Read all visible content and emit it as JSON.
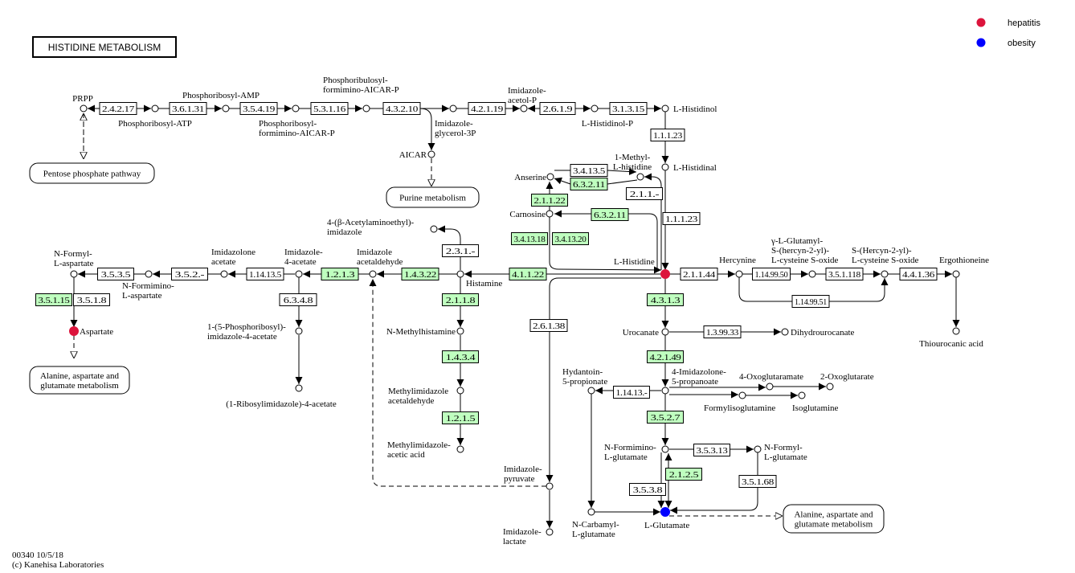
{
  "title": "HISTIDINE METABOLISM",
  "legend": [
    {
      "label": "hepatitis",
      "color": "#dc143c"
    },
    {
      "label": "obesity",
      "color": "#0000ff"
    }
  ],
  "highlight_color": "#bfffbf",
  "enzymes": [
    {
      "id": "e2_4_2_17",
      "label": "2.4.2.17",
      "highlighted": false
    },
    {
      "id": "e3_6_1_31",
      "label": "3.6.1.31",
      "highlighted": false
    },
    {
      "id": "e3_5_4_19",
      "label": "3.5.4.19",
      "highlighted": false
    },
    {
      "id": "e5_3_1_16",
      "label": "5.3.1.16",
      "highlighted": false
    },
    {
      "id": "e4_3_2_10",
      "label": "4.3.2.10",
      "highlighted": false
    },
    {
      "id": "e4_2_1_19",
      "label": "4.2.1.19",
      "highlighted": false
    },
    {
      "id": "e2_6_1_9",
      "label": "2.6.1.9",
      "highlighted": false
    },
    {
      "id": "e3_1_3_15",
      "label": "3.1.3.15",
      "highlighted": false
    },
    {
      "id": "e1_1_1_23a",
      "label": "1.1.1.23",
      "highlighted": false
    },
    {
      "id": "e3_4_13_5",
      "label": "3.4.13.5",
      "highlighted": false
    },
    {
      "id": "e6_3_2_11a",
      "label": "6.3.2.11",
      "highlighted": true
    },
    {
      "id": "e2_1_1_x",
      "label": "2.1.1.-",
      "highlighted": false
    },
    {
      "id": "e2_1_1_22",
      "label": "2.1.1.22",
      "highlighted": true
    },
    {
      "id": "e6_3_2_11b",
      "label": "6.3.2.11",
      "highlighted": true
    },
    {
      "id": "e1_1_1_23b",
      "label": "1.1.1.23",
      "highlighted": false
    },
    {
      "id": "e3_4_13_18",
      "label": "3.4.13.18",
      "highlighted": true
    },
    {
      "id": "e3_4_13_20",
      "label": "3.4.13.20",
      "highlighted": true
    },
    {
      "id": "e2_3_1_x",
      "label": "2.3.1.-",
      "highlighted": false
    },
    {
      "id": "e4_1_1_22",
      "label": "4.1.1.22",
      "highlighted": true
    },
    {
      "id": "e1_4_3_22",
      "label": "1.4.3.22",
      "highlighted": true
    },
    {
      "id": "e1_2_1_3",
      "label": "1.2.1.3",
      "highlighted": true
    },
    {
      "id": "e1_14_13_5",
      "label": "1.14.13.5",
      "highlighted": false
    },
    {
      "id": "e3_5_2_x",
      "label": "3.5.2.-",
      "highlighted": false
    },
    {
      "id": "e3_5_3_5",
      "label": "3.5.3.5",
      "highlighted": false
    },
    {
      "id": "e3_5_1_15",
      "label": "3.5.1.15",
      "highlighted": true
    },
    {
      "id": "e3_5_1_8",
      "label": "3.5.1.8",
      "highlighted": false
    },
    {
      "id": "e6_3_4_8",
      "label": "6.3.4.8",
      "highlighted": false
    },
    {
      "id": "e2_1_1_8",
      "label": "2.1.1.8",
      "highlighted": true
    },
    {
      "id": "e2_6_1_38",
      "label": "2.6.1.38",
      "highlighted": false
    },
    {
      "id": "e1_4_3_4",
      "label": "1.4.3.4",
      "highlighted": true
    },
    {
      "id": "e1_2_1_5",
      "label": "1.2.1.5",
      "highlighted": true
    },
    {
      "id": "e2_1_1_44",
      "label": "2.1.1.44",
      "highlighted": false
    },
    {
      "id": "e1_14_99_50",
      "label": "1.14.99.50",
      "highlighted": false
    },
    {
      "id": "e3_5_1_118",
      "label": "3.5.1.118",
      "highlighted": false
    },
    {
      "id": "e4_4_1_36",
      "label": "4.4.1.36",
      "highlighted": false
    },
    {
      "id": "e1_14_99_51",
      "label": "1.14.99.51",
      "highlighted": false
    },
    {
      "id": "e4_3_1_3",
      "label": "4.3.1.3",
      "highlighted": true
    },
    {
      "id": "e1_3_99_33",
      "label": "1.3.99.33",
      "highlighted": false
    },
    {
      "id": "e4_2_1_49",
      "label": "4.2.1.49",
      "highlighted": true
    },
    {
      "id": "e1_14_13_x",
      "label": "1.14.13.-",
      "highlighted": false
    },
    {
      "id": "e3_5_2_7",
      "label": "3.5.2.7",
      "highlighted": true
    },
    {
      "id": "e3_5_3_13",
      "label": "3.5.3.13",
      "highlighted": false
    },
    {
      "id": "e2_1_2_5",
      "label": "2.1.2.5",
      "highlighted": true
    },
    {
      "id": "e3_5_3_8",
      "label": "3.5.3.8",
      "highlighted": false
    },
    {
      "id": "e3_5_1_68",
      "label": "3.5.1.68",
      "highlighted": false
    }
  ],
  "compounds": [
    {
      "id": "prpp",
      "label": [
        "PRPP"
      ],
      "marker": null
    },
    {
      "id": "pr_atp",
      "label": [
        "Phosphoribosyl-ATP"
      ],
      "marker": null
    },
    {
      "id": "pr_amp",
      "label": [
        "Phosphoribosyl-AMP"
      ],
      "marker": null
    },
    {
      "id": "pr_faicar",
      "label": [
        "Phosphoribosyl-",
        "formimino-AICAR-P"
      ],
      "marker": null
    },
    {
      "id": "prfar",
      "label": [
        "Phosphoribulosyl-",
        "formimino-AICAR-P"
      ],
      "marker": null
    },
    {
      "id": "igp",
      "label": [
        "Imidazole-",
        "glycerol-3P"
      ],
      "marker": null
    },
    {
      "id": "aicar",
      "label": [
        "AICAR"
      ],
      "marker": null
    },
    {
      "id": "acetol_p",
      "label": [
        "Imidazole-",
        "acetol-P"
      ],
      "marker": null
    },
    {
      "id": "histidinol_p",
      "label": [
        "L-Histidinol-P"
      ],
      "marker": null
    },
    {
      "id": "histidinol",
      "label": [
        "L-Histidinol"
      ],
      "marker": null
    },
    {
      "id": "histidinal",
      "label": [
        "L-Histidinal"
      ],
      "marker": null
    },
    {
      "id": "methylhis",
      "label": [
        "1-Methyl-",
        "L-histidine"
      ],
      "marker": null
    },
    {
      "id": "anserine",
      "label": [
        "Anserine"
      ],
      "marker": null
    },
    {
      "id": "carnosine",
      "label": [
        "Carnosine"
      ],
      "marker": null
    },
    {
      "id": "acetylaminoethyl",
      "label": [
        "4-(β-Acetylaminoethyl)-",
        "imidazole"
      ],
      "marker": null
    },
    {
      "id": "histidine",
      "label": [
        "L-Histidine"
      ],
      "marker": "hepatitis"
    },
    {
      "id": "histamine",
      "label": [
        "Histamine"
      ],
      "marker": null
    },
    {
      "id": "imid_acetaldehyde",
      "label": [
        "Imidazole",
        "acetaldehyde"
      ],
      "marker": null
    },
    {
      "id": "imid4acetate",
      "label": [
        "Imidazole-",
        "4-acetate"
      ],
      "marker": null
    },
    {
      "id": "imidazolone_acetate",
      "label": [
        "Imidazolone",
        "acetate"
      ],
      "marker": null
    },
    {
      "id": "nformimino_asp",
      "label": [
        "N-Formimino-",
        "L-aspartate"
      ],
      "marker": null
    },
    {
      "id": "nformyl_asp",
      "label": [
        "N-Formyl-",
        "L-aspartate"
      ],
      "marker": null
    },
    {
      "id": "aspartate",
      "label": [
        "Aspartate"
      ],
      "marker": "hepatitis"
    },
    {
      "id": "pr_imid_acetate",
      "label": [
        "1-(5-Phosphoribosyl)-",
        "imidazole-4-acetate"
      ],
      "marker": null
    },
    {
      "id": "ribosyl_imid_acetate",
      "label": [
        "(1-Ribosylimidazole)-4-acetate"
      ],
      "marker": null
    },
    {
      "id": "nmethylhistamine",
      "label": [
        "N-Methylhistamine"
      ],
      "marker": null
    },
    {
      "id": "methylimid_acetaldehyde",
      "label": [
        "Methylimidazole",
        "acetaldehyde"
      ],
      "marker": null
    },
    {
      "id": "methylimid_acetic",
      "label": [
        "Methylimidazole-",
        "acetic acid"
      ],
      "marker": null
    },
    {
      "id": "imid_pyruvate",
      "label": [
        "Imidazole-",
        "pyruvate"
      ],
      "marker": null
    },
    {
      "id": "imid_lactate",
      "label": [
        "Imidazole-",
        "lactate"
      ],
      "marker": null
    },
    {
      "id": "hercynine",
      "label": [
        "Hercynine"
      ],
      "marker": null
    },
    {
      "id": "gg_hercyn",
      "label": [
        "γ-L-Glutamyl-",
        "S-(hercyn-2-yl)-",
        "L-cysteine S-oxide"
      ],
      "marker": null
    },
    {
      "id": "s_hercyn",
      "label": [
        "S-(Hercyn-2-yl)-",
        "L-cysteine S-oxide"
      ],
      "marker": null
    },
    {
      "id": "ergothioneine",
      "label": [
        "Ergothioneine"
      ],
      "marker": null
    },
    {
      "id": "thiourocanic",
      "label": [
        "Thiourocanic acid"
      ],
      "marker": null
    },
    {
      "id": "urocanate",
      "label": [
        "Urocanate"
      ],
      "marker": null
    },
    {
      "id": "dihydrourocanate",
      "label": [
        "Dihydrourocanate"
      ],
      "marker": null
    },
    {
      "id": "imidazolone_prop",
      "label": [
        "4-Imidazolone-",
        "5-propanoate"
      ],
      "marker": null
    },
    {
      "id": "hydantoin",
      "label": [
        "Hydantoin-",
        "5-propionate"
      ],
      "marker": null
    },
    {
      "id": "oxoglutaramate",
      "label": [
        "4-Oxoglutaramate"
      ],
      "marker": null
    },
    {
      "id": "oxoglutarate",
      "label": [
        "2-Oxoglutarate"
      ],
      "marker": null
    },
    {
      "id": "formylisoglutamine",
      "label": [
        "Formylisoglutamine"
      ],
      "marker": null
    },
    {
      "id": "isoglutamine",
      "label": [
        "Isoglutamine"
      ],
      "marker": null
    },
    {
      "id": "nformimino_glu",
      "label": [
        "N-Formimino-",
        "L-glutamate"
      ],
      "marker": null
    },
    {
      "id": "nformyl_glu",
      "label": [
        "N-Formyl-",
        "L-glutamate"
      ],
      "marker": null
    },
    {
      "id": "ncarbamyl_glu",
      "label": [
        "N-Carbamyl-",
        "L-glutamate"
      ],
      "marker": null
    },
    {
      "id": "glutamate",
      "label": [
        "L-Glutamate"
      ],
      "marker": "obesity"
    }
  ],
  "maps": [
    {
      "id": "pentose",
      "label": [
        "Pentose phosphate pathway"
      ]
    },
    {
      "id": "purine",
      "label": [
        "Purine metabolism"
      ]
    },
    {
      "id": "ala_asp_glu_left",
      "label": [
        "Alanine, aspartate and",
        "glutamate metabolism"
      ]
    },
    {
      "id": "ala_asp_glu_right",
      "label": [
        "Alanine, aspartate and",
        "glutamate metabolism"
      ]
    }
  ],
  "footer": {
    "line1": "00340 10/5/18",
    "line2": "(c) Kanehisa Laboratories"
  }
}
